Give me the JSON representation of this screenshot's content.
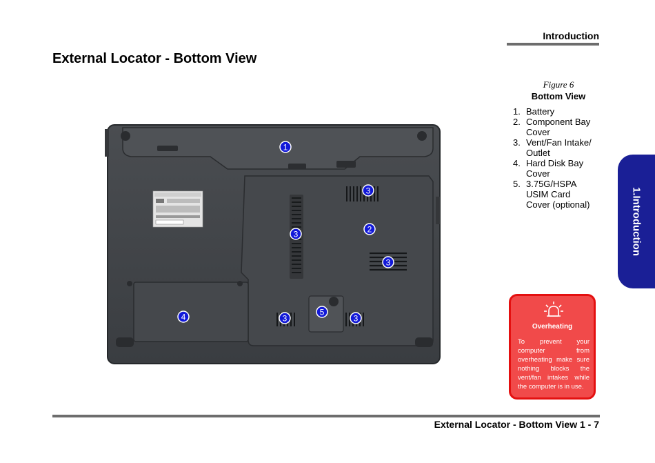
{
  "header": {
    "title": "Introduction"
  },
  "page": {
    "heading": "External Locator - Bottom View"
  },
  "figure": {
    "number": "Figure 6",
    "title": "Bottom View",
    "legend": [
      {
        "num": "1.",
        "label": "Battery"
      },
      {
        "num": "2.",
        "label": "Component Bay Cover"
      },
      {
        "num": "3.",
        "label": "Vent/Fan Intake/ Outlet"
      },
      {
        "num": "4.",
        "label": "Hard Disk Bay Cover"
      },
      {
        "num": "5.",
        "label": "3.75G/HSPA USIM Card Cover (optional)"
      }
    ],
    "markers": [
      "1",
      "2",
      "3",
      "3",
      "3",
      "3",
      "3",
      "4",
      "5"
    ]
  },
  "sidebar": {
    "tab_label": "1.Introduction",
    "tab_color": "#1a1f96"
  },
  "warning": {
    "icon": "overheating-icon",
    "title": "Overheating",
    "body": "To prevent your computer from overheating make sure nothing blocks the vent/fan intakes while the computer is in use.",
    "color": "#f14a4a"
  },
  "footer": {
    "text": "External Locator - Bottom View 1 - 7"
  }
}
